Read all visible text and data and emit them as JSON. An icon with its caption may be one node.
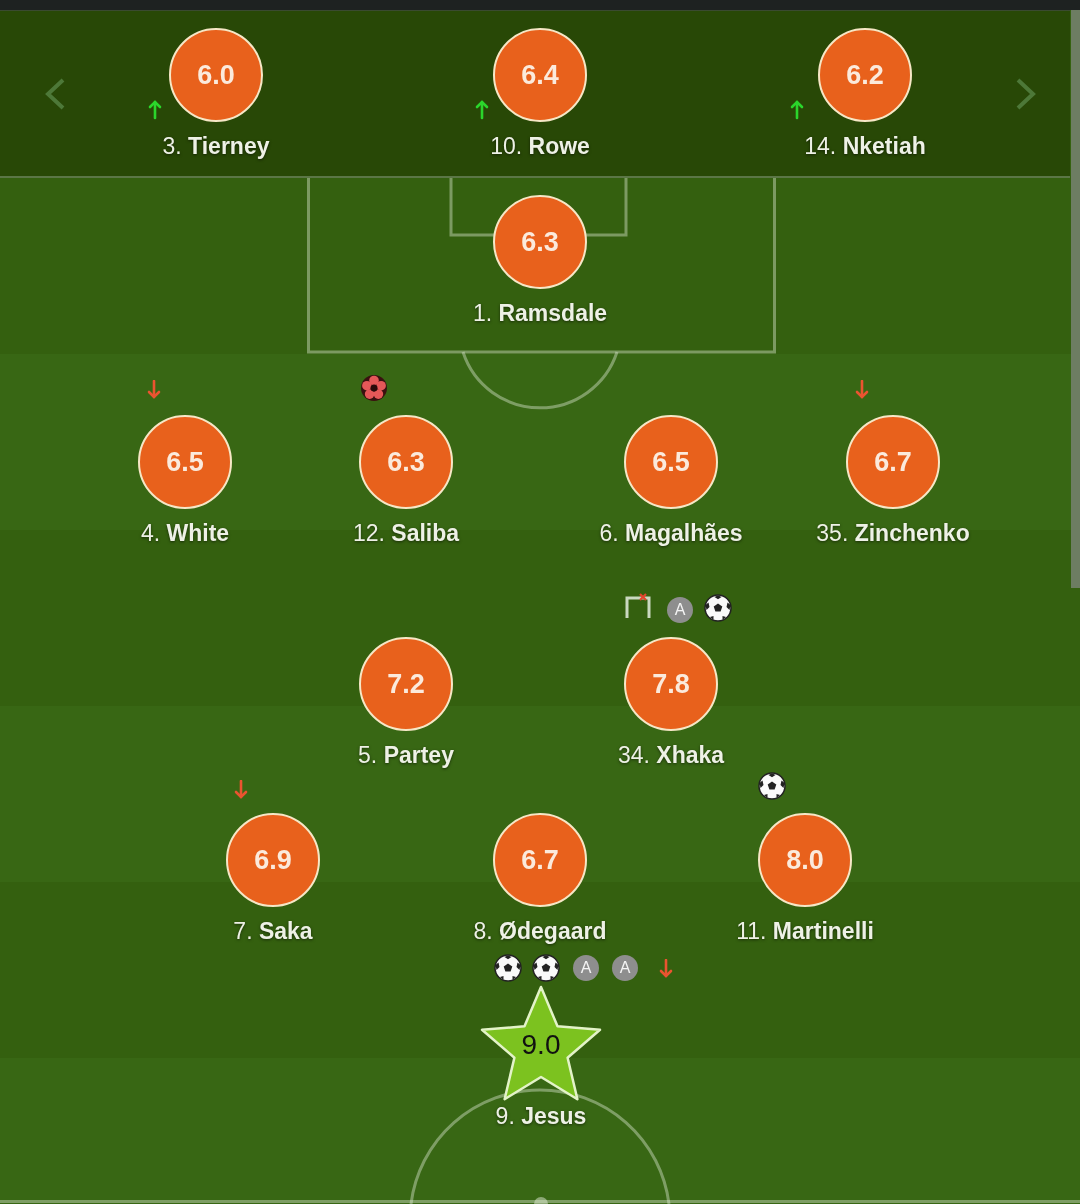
{
  "diagram": {
    "nodes": [
      {
        "text": [
          "6.0"
        ],
        "beside": [
          "3. **Tierney**"
        ]
      },
      {
        "text": [
          "6.4"
        ],
        "beside": [
          "10. **Rowe**"
        ]
      },
      {
        "text": [
          "6.2"
        ],
        "beside": [
          "14. **Nketiah**"
        ]
      },
      {
        "text": [
          "6.3"
        ],
        "beside": [
          "1. **Ramsdale**"
        ]
      },
      {
        "text": [
          "6.5"
        ],
        "beside": [
          "4. **White**"
        ]
      },
      {
        "text": [
          "6.3"
        ],
        "beside": [
          "12. **Saliba**"
        ]
      },
      {
        "text": [
          "6.5"
        ],
        "beside": [
          "6. **Magalhães**"
        ]
      },
      {
        "text": [
          "6.7"
        ],
        "beside": [
          "35. **Zinchenko**"
        ]
      },
      {
        "text": [
          "7.2"
        ],
        "beside": [
          "5. **Partey**"
        ]
      },
      {
        "text": [
          "7.8"
        ],
        "beside": [
          "34. **Xhaka**",
          "A"
        ]
      },
      {
        "text": [
          "6.9"
        ],
        "beside": [
          "7. **Saka**"
        ]
      },
      {
        "text": [
          "6.7"
        ],
        "beside": [
          "8. **Ødegaard**"
        ]
      },
      {
        "text": [
          "8.0"
        ],
        "beside": [
          "11. **Martinelli**"
        ]
      },
      {
        "text": [
          "9.0"
        ],
        "beside": [
          "9. **Jesus**",
          "A",
          "A"
        ]
      }
    ]
  }
}
